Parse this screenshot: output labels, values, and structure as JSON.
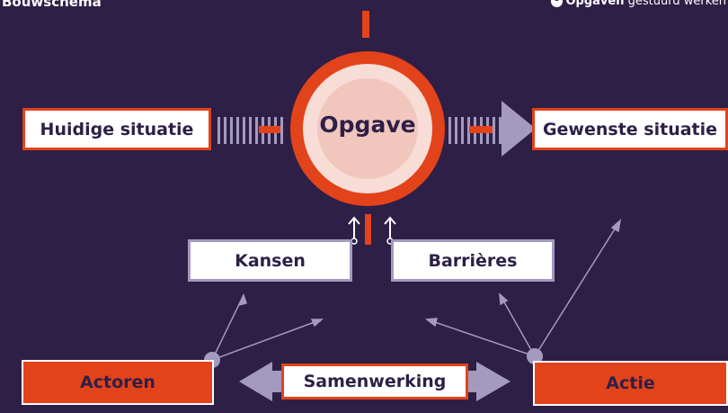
{
  "header": {
    "title": "Bouwschema",
    "brand_bold": "Opgaven",
    "brand_rest": " gestuurd werken"
  },
  "center": {
    "label": "Opgave"
  },
  "boxes": {
    "current": "Huidige situatie",
    "desired": "Gewenste situatie",
    "opportunities": "Kansen",
    "barriers": "Barrières",
    "actors": "Actoren",
    "collaboration": "Samenwerking",
    "action": "Actie"
  },
  "colors": {
    "background": "#2e1f47",
    "accent_orange": "#e2431a",
    "lavender": "#a49ac0",
    "white": "#ffffff"
  }
}
